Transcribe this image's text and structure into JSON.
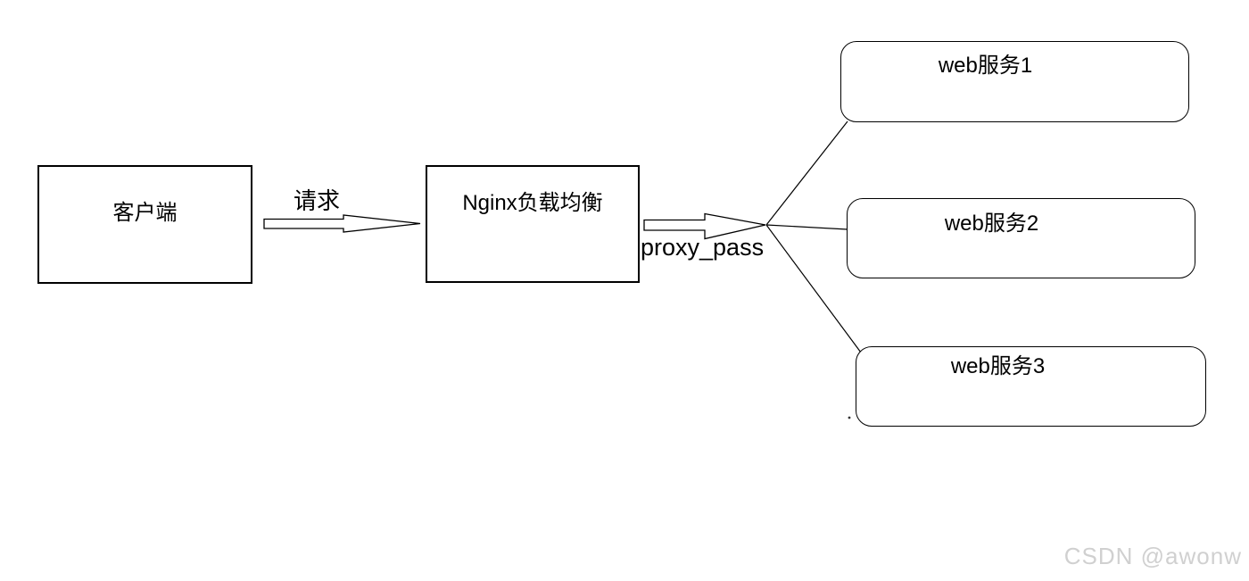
{
  "diagram": {
    "nodes": {
      "client": {
        "label": "客户端",
        "shape": "rectangle"
      },
      "nginx": {
        "label": "Nginx负载均衡",
        "shape": "rectangle"
      },
      "servers": [
        {
          "label": "web服务1",
          "shape": "rounded-rectangle"
        },
        {
          "label": "web服务2",
          "shape": "rounded-rectangle"
        },
        {
          "label": "web服务3",
          "shape": "rounded-rectangle"
        }
      ]
    },
    "edges": {
      "client_to_nginx": {
        "label": "请求",
        "type": "block-arrow"
      },
      "nginx_to_servers": {
        "label": "proxy_pass",
        "type": "block-arrow-fanout"
      }
    }
  },
  "watermark": {
    "text": "CSDN @awonw"
  },
  "colors": {
    "stroke": "#000000",
    "background": "#ffffff",
    "watermark": "#d0d0d0"
  }
}
